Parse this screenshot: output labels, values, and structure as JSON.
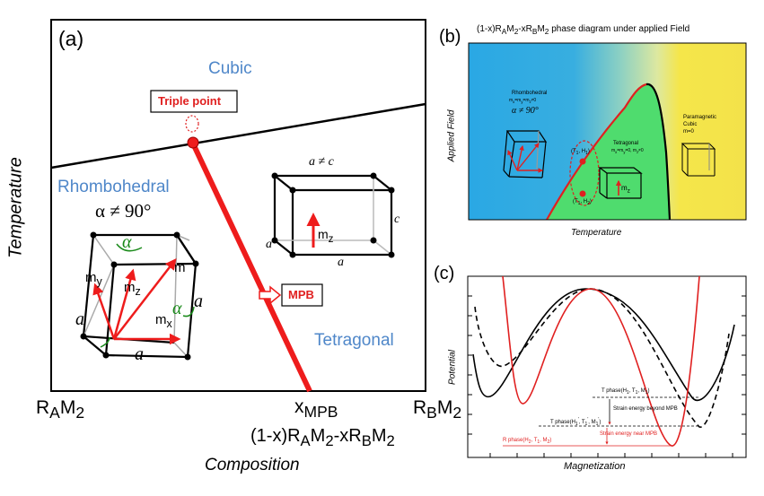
{
  "panel_a": {
    "label": "(a)",
    "y_axis_label": "Temperature",
    "x_axis_label": "Composition",
    "x_left": "R<sub>A</sub>M<sub>2</sub>",
    "x_right": "R<sub>B</sub>M<sub>2</sub>",
    "x_mpb": "x<sub>MPB</sub>",
    "x_formula": "(1-x)R<sub>A</sub>M<sub>2</sub>-xR<sub>B</sub>M<sub>2</sub>",
    "phase_cubic": "Cubic",
    "phase_rhombohedral": "Rhombohedral",
    "phase_tetragonal": "Tetragonal",
    "alpha_condition": "α ≠ 90°",
    "triple_point_label": "Triple point",
    "mpb_label": "MPB",
    "cell_rhombo": {
      "a": "a",
      "alpha": "α",
      "m": "m",
      "mx": "m<sub>x</sub>",
      "my": "m<sub>y</sub>",
      "mz": "m<sub>z</sub>"
    },
    "cell_tetra": {
      "a": "a",
      "c": "c",
      "a_ne_c": "a ≠ c",
      "mz": "m<sub>z</sub>"
    }
  },
  "panel_b": {
    "label": "(b)",
    "title": "(1-x)R<sub>A</sub>M<sub>2</sub>-xR<sub>B</sub>M<sub>2</sub> phase diagram under applied Field",
    "x_axis_label": "Temperature",
    "y_axis_label": "Applied Field",
    "rhombo_title": "Rhombohedral",
    "rhombo_sub": "m<sub>x</sub>=m<sub>y</sub>=m<sub>z</sub>≠0",
    "rhombo_alpha": "α ≠ 90°",
    "tetra_title": "Tetragonal",
    "tetra_sub": "m<sub>x</sub>=m<sub>y</sub>=0, m<sub>z</sub>≠0",
    "para_title": "Paramagnetic",
    "para_sub1": "Cubic",
    "para_sub2": "m=0",
    "point1": "(T<sub>1</sub>, H<sub>1</sub>)",
    "point2": "(T<sub>1</sub>, H<sub>2</sub>)",
    "mz": "m<sub>z</sub>",
    "colors": {
      "blue": "#2aa8e4",
      "green": "#4fdc6e",
      "yellow": "#f5e64a",
      "boundary_red": "#e02020"
    }
  },
  "panel_c": {
    "label": "(c)",
    "x_axis_label": "Magnetization",
    "y_axis_label": "Potential",
    "labels": {
      "t_phase_1": "T phase(H<sub>1</sub>, T<sub>1</sub>, M<sub>1</sub>)",
      "strain_beyond": "Strain energy beyond MPB",
      "t_phase_2": "T phase(H<sub>1</sub><sup>'</sup>, T<sub>1</sub><sup>'</sup>, M<sub>1</sub><sup>'</sup>)",
      "strain_near": "Strain energy near MPB",
      "r_phase": "R phase(H<sub>2</sub>, T<sub>1</sub>, M<sub>2</sub>)"
    }
  }
}
